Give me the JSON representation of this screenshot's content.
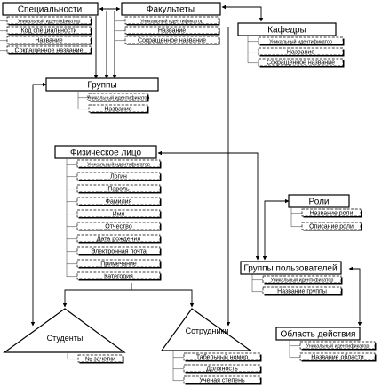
{
  "entities": {
    "specialnosti": {
      "title": "Специальности",
      "fields": [
        "Уникальный идентификатор",
        "Код специальности",
        "Название",
        "Сокращенное название"
      ]
    },
    "fakultety": {
      "title": "Факультеты",
      "fields": [
        "Уникальный идентификатор",
        "Название",
        "Сокращенное название"
      ]
    },
    "kafedry": {
      "title": "Кафедры",
      "fields": [
        "Уникальный идентификатор",
        "Название",
        "Сокращенное название"
      ]
    },
    "gruppy": {
      "title": "Группы",
      "fields": [
        "Уникальный идентификатор",
        "Название"
      ]
    },
    "fiz_litso": {
      "title": "Физическое лицо",
      "fields": [
        "Уникальный идентификатор",
        "Логин",
        "Пароль",
        "Фамилия",
        "Имя",
        "Отчество",
        "Дата рождения",
        "Электронная почта",
        "Примечание",
        "Категория"
      ]
    },
    "roli": {
      "title": "Роли",
      "fields": [
        "Название роли",
        "Описание роли"
      ]
    },
    "gruppy_polz": {
      "title": "Группы пользователей",
      "fields": [
        "Уникальный идентификатор",
        "Название группы"
      ]
    },
    "oblast": {
      "title": "Область действия",
      "fields": [
        "Уникальный идентификатор",
        "Название области"
      ]
    },
    "studenty": {
      "title": "Студенты",
      "fields": [
        "№ зачетки"
      ]
    },
    "sotrudniki": {
      "title": "Сотрудники",
      "fields": [
        "Табельный номер",
        "Должность",
        "Ученая степень"
      ]
    }
  }
}
